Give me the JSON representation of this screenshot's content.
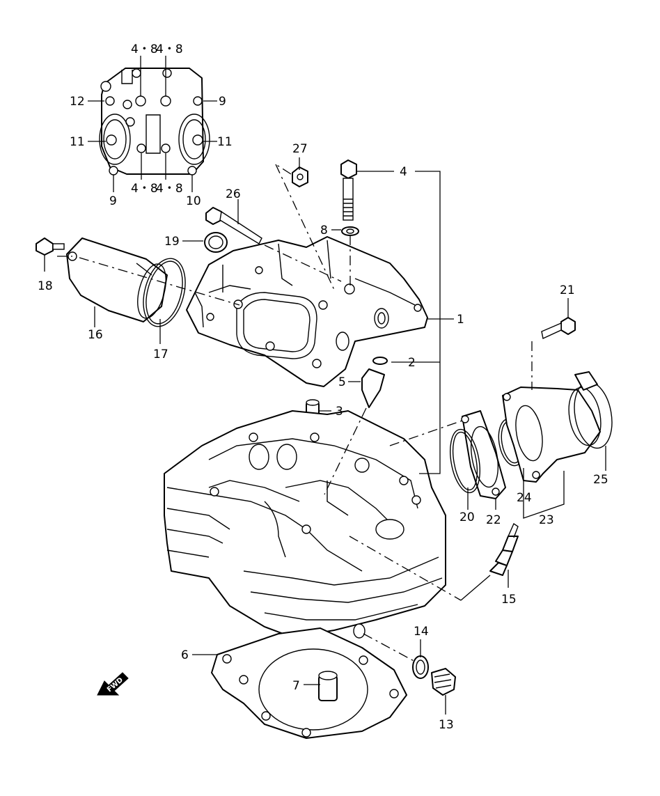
{
  "labels": {
    "p1": "1",
    "p2": "2",
    "p3": "3",
    "p4": "4",
    "p5": "5",
    "p6": "6",
    "p7": "7",
    "p8": "8",
    "p9a": "9",
    "p9b": "9",
    "p10": "10",
    "p11a": "11",
    "p11b": "11",
    "p12": "12",
    "p13": "13",
    "p14": "14",
    "p15": "15",
    "p16": "16",
    "p17": "17",
    "p18": "18",
    "p19": "19",
    "p20": "20",
    "p21": "21",
    "p22": "22",
    "p23": "23",
    "p24": "24",
    "p25": "25",
    "p26": "26",
    "p27": "27",
    "t48a": "4・8",
    "t48b": "4・8",
    "t48c": "4・8",
    "t48d": "4・8"
  },
  "fwd_arrow": {
    "text": "FWD"
  }
}
